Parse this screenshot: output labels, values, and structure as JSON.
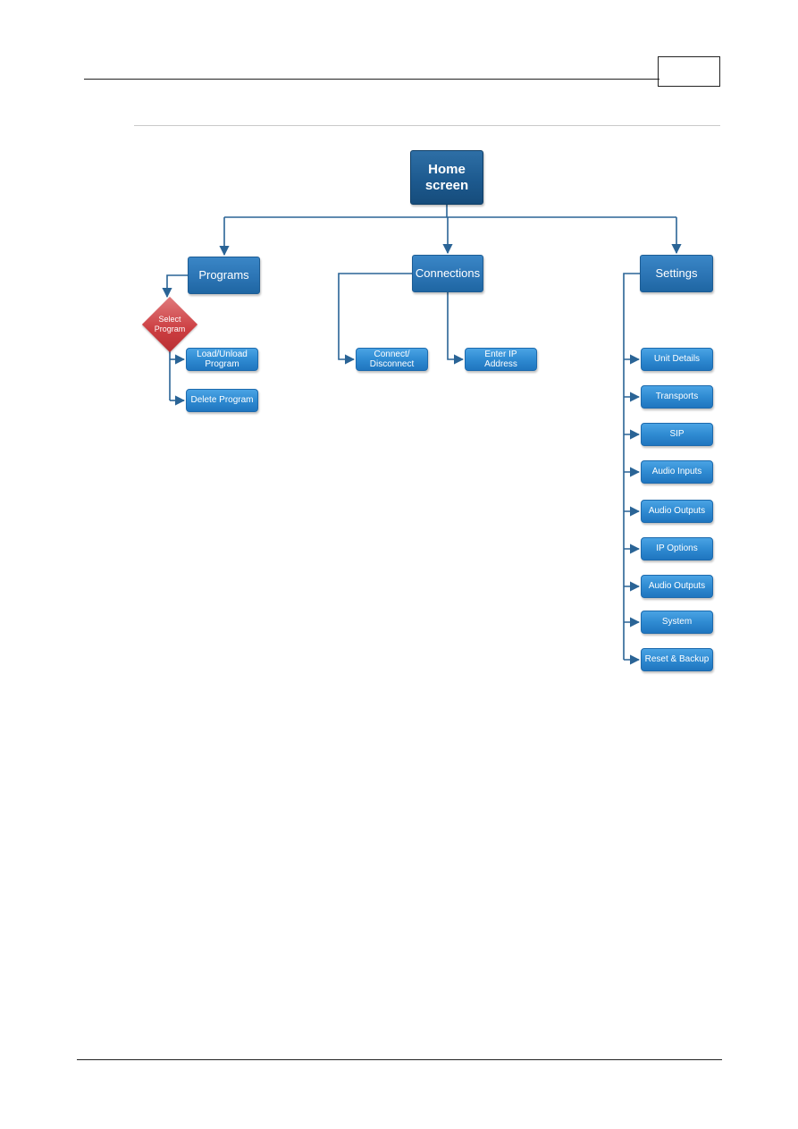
{
  "page": {
    "page_number": ""
  },
  "diagram": {
    "home": {
      "label": "Home\nscreen"
    },
    "programs": {
      "label": "Programs",
      "decision": "Select\nProgram",
      "items": [
        "Load/Unload\nProgram",
        "Delete Program"
      ]
    },
    "connections": {
      "label": "Connections",
      "items": [
        "Connect/\nDisconnect",
        "Enter IP\nAddress"
      ]
    },
    "settings": {
      "label": "Settings",
      "items": [
        "Unit Details",
        "Transports",
        "SIP",
        "Audio Inputs",
        "Audio Outputs",
        "IP Options",
        "Audio Outputs",
        "System",
        "Reset & Backup"
      ]
    },
    "colors": {
      "connector": "#2a6496",
      "dark_box": "#1d5a8f",
      "leaf_box": "#2f8bd2",
      "decision": "#cc3e41"
    }
  }
}
